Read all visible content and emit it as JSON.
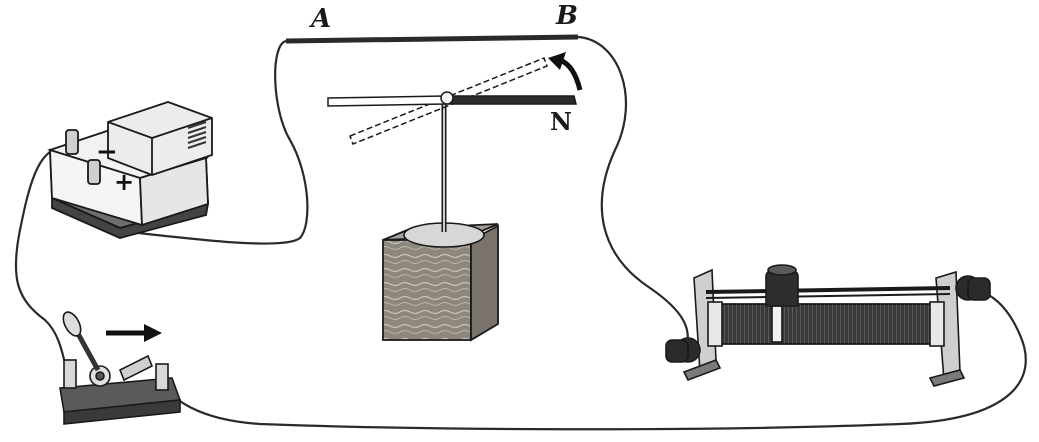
{
  "labels": {
    "wire_end_left": "A",
    "wire_end_right": "B",
    "needle_pole": "N",
    "battery_negative": "−",
    "battery_positive": "+"
  },
  "colors": {
    "wire": "#2a2a2a",
    "wood": "#9a938a",
    "metal": "#bfbfbf",
    "background": "#ffffff"
  },
  "icons": {
    "battery": "dc-power-supply-icon",
    "switch": "knife-switch-icon",
    "rheostat": "sliding-rheostat-icon",
    "compass": "magnetic-needle-icon",
    "current_arrow": "arrow-right-icon",
    "rotation_arrow": "curved-arrow-icon"
  }
}
